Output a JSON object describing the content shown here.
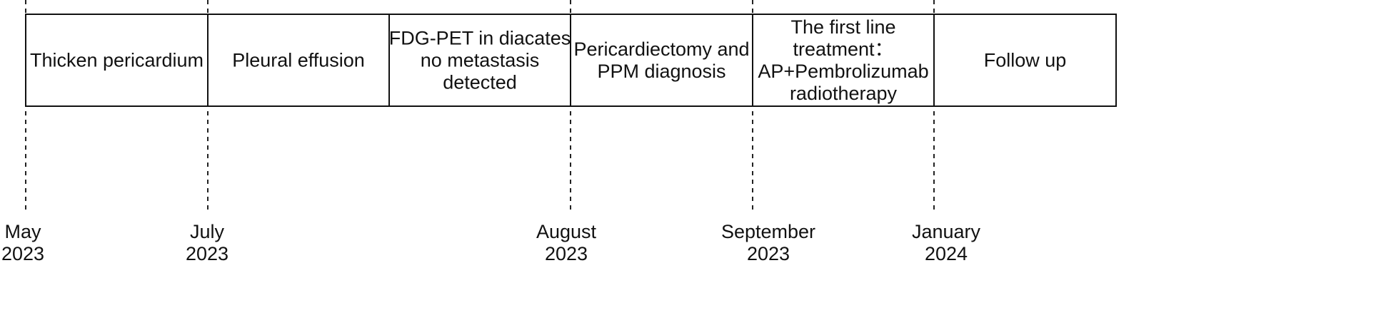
{
  "timeline": {
    "stages": [
      {
        "lines": [
          "Thicken pericardium"
        ]
      },
      {
        "lines": [
          "Pleural effusion"
        ]
      },
      {
        "lines": [
          "FDG-PET in diacates",
          "no metastasis",
          "detected"
        ]
      },
      {
        "lines": [
          "Pericardiectomy and",
          "PPM diagnosis"
        ]
      },
      {
        "lines": [
          "The first line",
          "treatment：",
          "AP+Pembrolizumab",
          "radiotherapy"
        ]
      },
      {
        "lines": [
          "Follow up"
        ]
      }
    ],
    "dates": [
      {
        "month": "May",
        "year": "2023"
      },
      {
        "month": "July",
        "year": "2023"
      },
      {
        "month": "August",
        "year": "2023"
      },
      {
        "month": "September",
        "year": "2023"
      },
      {
        "month": "January",
        "year": "2024"
      }
    ]
  }
}
